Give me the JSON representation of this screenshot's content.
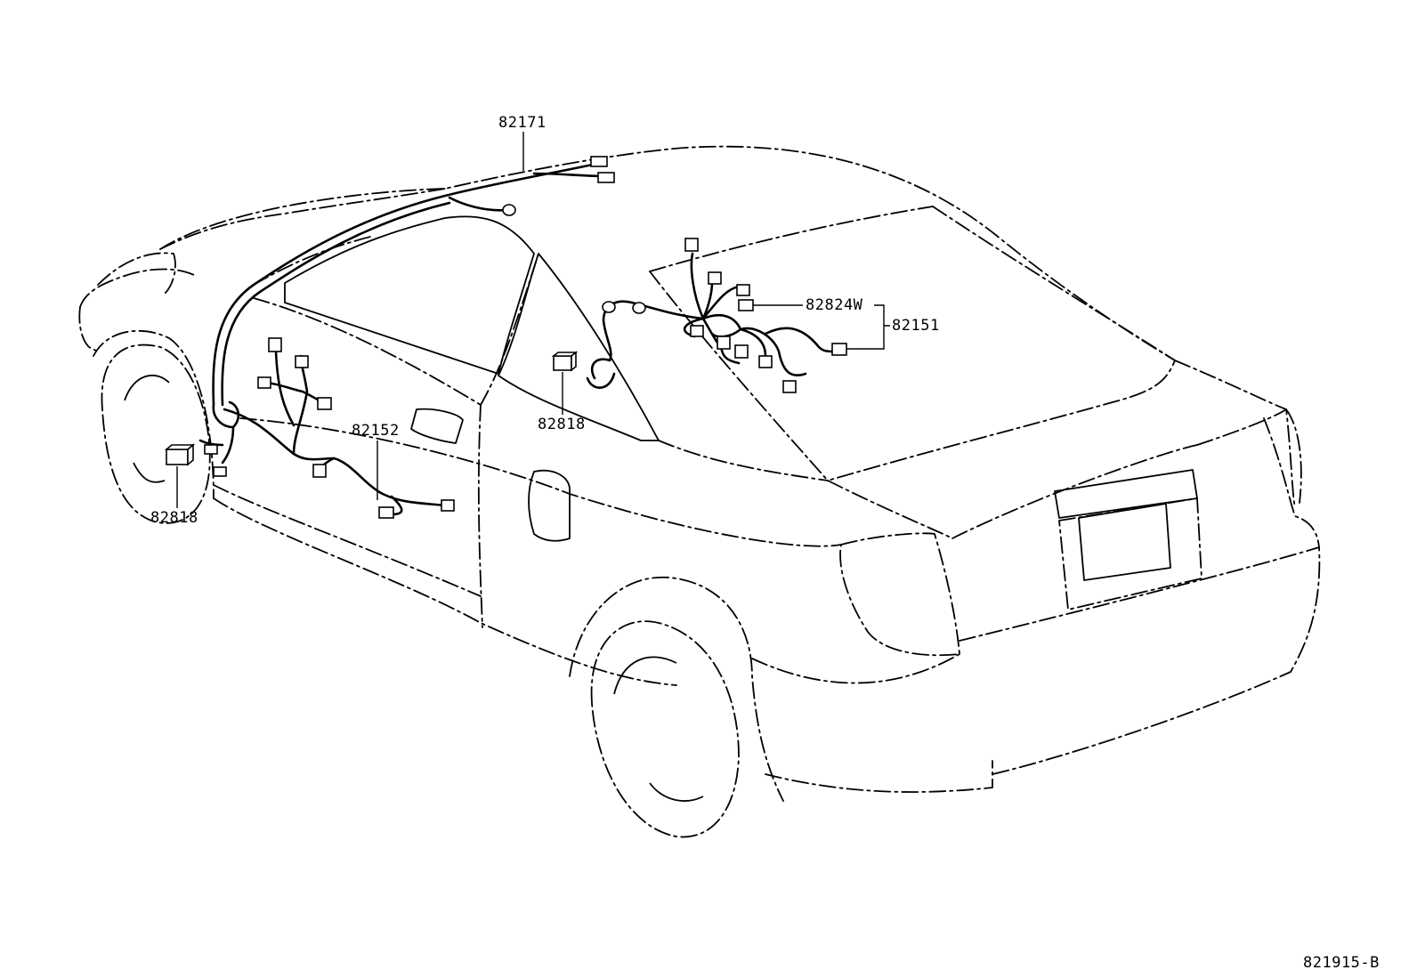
{
  "labels": {
    "roof_harness": "82171",
    "rear_harness_connector": "82824W",
    "rear_harness": "82151",
    "door_harness": "82152",
    "quarter_block": "82818",
    "front_block": "82818"
  },
  "diagram_code": "821915-B"
}
